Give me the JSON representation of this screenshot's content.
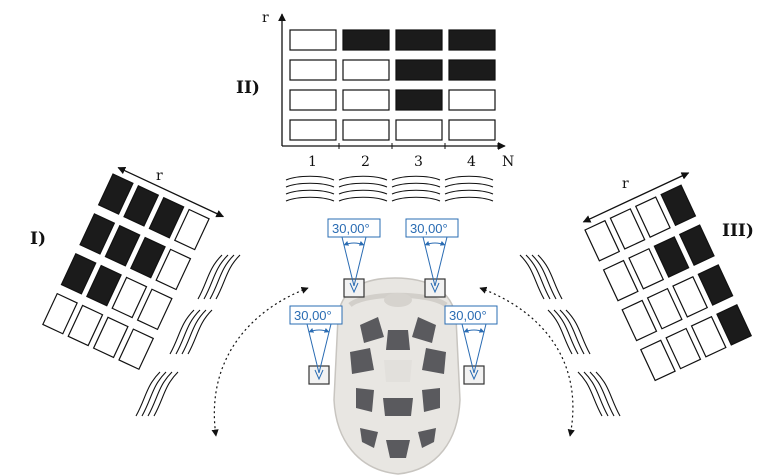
{
  "panels": {
    "matrix_top": {
      "label": "II)",
      "y_axis_label": "r",
      "x_axis_label": "N",
      "x_ticks": [
        "1",
        "2",
        "3",
        "4"
      ],
      "rows": [
        [
          0,
          1,
          1,
          1
        ],
        [
          0,
          0,
          1,
          1
        ],
        [
          0,
          0,
          1,
          0
        ],
        [
          0,
          0,
          0,
          0
        ]
      ]
    },
    "matrix_left": {
      "label": "I)",
      "r_label": "r",
      "rows": [
        [
          1,
          1,
          1,
          0
        ],
        [
          1,
          1,
          1,
          0
        ],
        [
          1,
          1,
          0,
          0
        ],
        [
          0,
          0,
          0,
          0
        ]
      ]
    },
    "matrix_right": {
      "label": "III)",
      "r_label": "r",
      "rows": [
        [
          0,
          0,
          0,
          1
        ],
        [
          0,
          0,
          1,
          1
        ],
        [
          0,
          0,
          0,
          1
        ],
        [
          0,
          0,
          0,
          1
        ]
      ]
    }
  },
  "sensors": [
    {
      "id": "front-left",
      "angle_label": "30,00°"
    },
    {
      "id": "front-right",
      "angle_label": "30,00°"
    },
    {
      "id": "side-left",
      "angle_label": "30,00°"
    },
    {
      "id": "side-right",
      "angle_label": "30,00°"
    }
  ],
  "colors": {
    "ink": "#111111",
    "annotation_blue": "#2a6cb3",
    "helmet": "#e8e6e2",
    "helmet_shadow": "#c8c5c0",
    "helmet_vent": "#5a5a5e"
  }
}
